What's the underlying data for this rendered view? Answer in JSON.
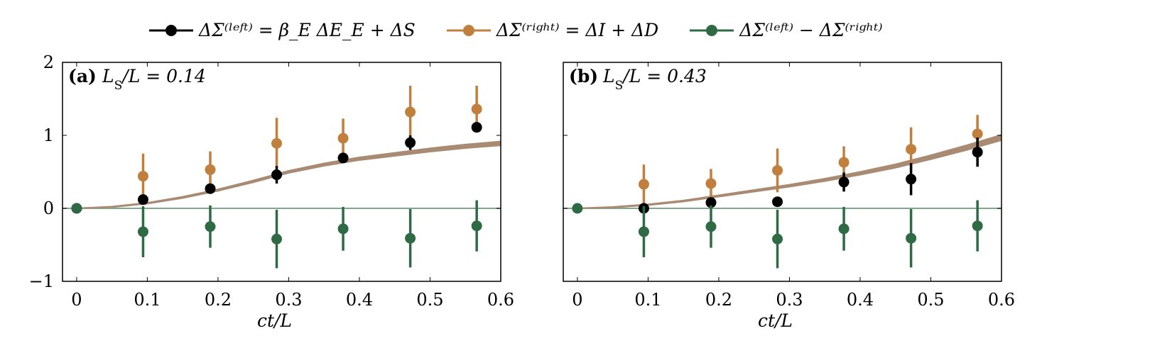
{
  "legend": {
    "items": [
      {
        "key": "left",
        "label": "ΔΣ⁽ˡᵉᶠᵗ⁾ = β_E ΔE_E + ΔS",
        "color": "#000000"
      },
      {
        "key": "right",
        "label": "ΔΣ⁽ʳⁱᵍʰᵗ⁾ = ΔI + ΔD",
        "color": "#C17F3E"
      },
      {
        "key": "diff",
        "label": "ΔΣ⁽ˡᵉᶠᵗ⁾ − ΔΣ⁽ʳⁱᵍʰᵗ⁾",
        "color": "#2E6B45"
      }
    ]
  },
  "colors": {
    "left": "#000000",
    "right": "#C17F3E",
    "diff": "#2E6B45",
    "band": "#A88B72",
    "zero_line": "#7FA98C"
  },
  "chart_data": [
    {
      "type": "scatter",
      "panel_label": "(a)",
      "title": "L_S/L = 0.14",
      "xlabel": "ct/L",
      "ylabel": "",
      "xlim": [
        -0.02,
        0.6
      ],
      "ylim": [
        -1,
        2
      ],
      "xticks": [
        "0",
        "0.1",
        "0.2",
        "0.3",
        "0.4",
        "0.5",
        "0.6"
      ],
      "xtick_values": [
        0,
        0.1,
        0.2,
        0.3,
        0.4,
        0.5,
        0.6
      ],
      "yticks": [
        "−1",
        "0",
        "1",
        "2"
      ],
      "ytick_values": [
        -1,
        0,
        1,
        2
      ],
      "series": [
        {
          "key": "left",
          "points": [
            {
              "x": 0,
              "y": 0,
              "yerr": 0
            },
            {
              "x": 0.094,
              "y": 0.12,
              "yerr": 0.05
            },
            {
              "x": 0.189,
              "y": 0.27,
              "yerr": 0.04
            },
            {
              "x": 0.283,
              "y": 0.46,
              "yerr": 0.12
            },
            {
              "x": 0.377,
              "y": 0.69,
              "yerr": 0.06
            },
            {
              "x": 0.472,
              "y": 0.9,
              "yerr": 0.1
            },
            {
              "x": 0.566,
              "y": 1.11,
              "yerr": 0.05
            }
          ]
        },
        {
          "key": "right",
          "points": [
            {
              "x": 0.094,
              "y": 0.44,
              "yerr": 0.31
            },
            {
              "x": 0.189,
              "y": 0.53,
              "yerr": 0.25
            },
            {
              "x": 0.283,
              "y": 0.89,
              "yerr": 0.35
            },
            {
              "x": 0.377,
              "y": 0.96,
              "yerr": 0.27
            },
            {
              "x": 0.472,
              "y": 1.32,
              "yerr": 0.36
            },
            {
              "x": 0.566,
              "y": 1.36,
              "yerr": 0.32
            }
          ]
        },
        {
          "key": "diff",
          "points": [
            {
              "x": 0,
              "y": 0,
              "yerr": 0
            },
            {
              "x": 0.094,
              "y": -0.32,
              "yerr": 0.35
            },
            {
              "x": 0.189,
              "y": -0.25,
              "yerr": 0.29
            },
            {
              "x": 0.283,
              "y": -0.42,
              "yerr": 0.4
            },
            {
              "x": 0.377,
              "y": -0.28,
              "yerr": 0.3
            },
            {
              "x": 0.472,
              "y": -0.41,
              "yerr": 0.4
            },
            {
              "x": 0.566,
              "y": -0.24,
              "yerr": 0.35
            }
          ]
        }
      ],
      "band": {
        "x": [
          0,
          0.05,
          0.1,
          0.15,
          0.2,
          0.25,
          0.3,
          0.35,
          0.4,
          0.45,
          0.5,
          0.55,
          0.6
        ],
        "y": [
          0,
          0.02,
          0.07,
          0.15,
          0.25,
          0.37,
          0.5,
          0.6,
          0.68,
          0.74,
          0.8,
          0.85,
          0.89
        ],
        "halfwidth": [
          0,
          0.003,
          0.005,
          0.008,
          0.01,
          0.012,
          0.014,
          0.016,
          0.018,
          0.02,
          0.022,
          0.024,
          0.026
        ]
      }
    },
    {
      "type": "scatter",
      "panel_label": "(b)",
      "title": "L_S/L = 0.43",
      "xlabel": "ct/L",
      "ylabel": "",
      "xlim": [
        -0.02,
        0.6
      ],
      "ylim": [
        -1,
        2
      ],
      "xticks": [
        "0",
        "0.1",
        "0.2",
        "0.3",
        "0.4",
        "0.5",
        "0.6"
      ],
      "xtick_values": [
        0,
        0.1,
        0.2,
        0.3,
        0.4,
        0.5,
        0.6
      ],
      "yticks": [],
      "ytick_values": [
        -1,
        0,
        1,
        2
      ],
      "series": [
        {
          "key": "left",
          "points": [
            {
              "x": 0.094,
              "y": 0.0,
              "yerr": 0.03
            },
            {
              "x": 0.189,
              "y": 0.08,
              "yerr": 0.03
            },
            {
              "x": 0.283,
              "y": 0.09,
              "yerr": 0.04
            },
            {
              "x": 0.377,
              "y": 0.36,
              "yerr": 0.13
            },
            {
              "x": 0.472,
              "y": 0.4,
              "yerr": 0.22
            },
            {
              "x": 0.566,
              "y": 0.77,
              "yerr": 0.2
            }
          ]
        },
        {
          "key": "right",
          "points": [
            {
              "x": 0.094,
              "y": 0.33,
              "yerr": 0.27
            },
            {
              "x": 0.189,
              "y": 0.34,
              "yerr": 0.2
            },
            {
              "x": 0.283,
              "y": 0.52,
              "yerr": 0.3
            },
            {
              "x": 0.377,
              "y": 0.63,
              "yerr": 0.22
            },
            {
              "x": 0.472,
              "y": 0.81,
              "yerr": 0.3
            },
            {
              "x": 0.566,
              "y": 1.02,
              "yerr": 0.26
            }
          ]
        },
        {
          "key": "diff",
          "points": [
            {
              "x": 0,
              "y": 0,
              "yerr": 0
            },
            {
              "x": 0.094,
              "y": -0.32,
              "yerr": 0.35
            },
            {
              "x": 0.189,
              "y": -0.25,
              "yerr": 0.29
            },
            {
              "x": 0.283,
              "y": -0.42,
              "yerr": 0.4
            },
            {
              "x": 0.377,
              "y": -0.28,
              "yerr": 0.3
            },
            {
              "x": 0.472,
              "y": -0.41,
              "yerr": 0.4
            },
            {
              "x": 0.566,
              "y": -0.24,
              "yerr": 0.35
            }
          ]
        }
      ],
      "band": {
        "x": [
          0,
          0.05,
          0.1,
          0.15,
          0.2,
          0.25,
          0.3,
          0.35,
          0.4,
          0.45,
          0.5,
          0.55,
          0.6
        ],
        "y": [
          0,
          0.015,
          0.05,
          0.1,
          0.17,
          0.24,
          0.31,
          0.39,
          0.48,
          0.58,
          0.7,
          0.83,
          0.97
        ],
        "halfwidth": [
          0,
          0.003,
          0.005,
          0.007,
          0.009,
          0.011,
          0.013,
          0.016,
          0.019,
          0.023,
          0.027,
          0.032,
          0.036
        ]
      }
    }
  ]
}
